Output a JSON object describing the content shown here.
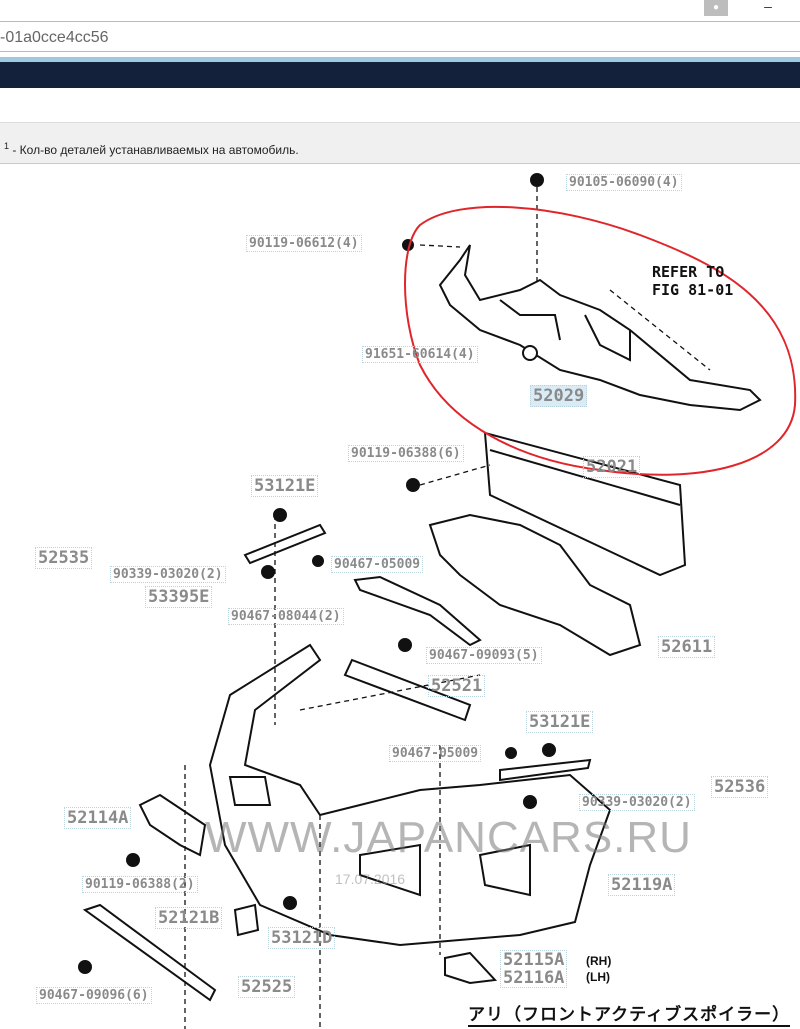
{
  "browser": {
    "url_fragment": "-01a0cce4cc56",
    "user_icon": "user-icon",
    "minimize": "–"
  },
  "note": {
    "sup": "1",
    "text": " - Кол-во деталей устанавливаемых на автомобиль."
  },
  "diagram": {
    "refer": "REFER TO\nFIG 81-01",
    "watermark": "WWW.JAPANCARS.RU",
    "date": "17.07.2016",
    "title": "アリ（フロントアクティブスポイラー）",
    "side_rh": "(RH)",
    "side_lh": "(LH)",
    "labels": [
      {
        "id": "90105-06090(4)"
      },
      {
        "id": "90119-06612(4)"
      },
      {
        "id": "91651-60614(4)"
      },
      {
        "id": "52029"
      },
      {
        "id": "90119-06388(6)"
      },
      {
        "id": "52021"
      },
      {
        "id": "53121E"
      },
      {
        "id": "52535"
      },
      {
        "id": "90339-03020(2)"
      },
      {
        "id": "90467-05009"
      },
      {
        "id": "53395E"
      },
      {
        "id": "90467-08044(2)"
      },
      {
        "id": "52611"
      },
      {
        "id": "90467-09093(5)"
      },
      {
        "id": "52521"
      },
      {
        "id": "53121E"
      },
      {
        "id": "90467-05009"
      },
      {
        "id": "52536"
      },
      {
        "id": "90339-03020(2)"
      },
      {
        "id": "52114A"
      },
      {
        "id": "52119A"
      },
      {
        "id": "90119-06388(2)"
      },
      {
        "id": "52121B"
      },
      {
        "id": "53121D"
      },
      {
        "id": "52115A"
      },
      {
        "id": "52116A"
      },
      {
        "id": "52525"
      },
      {
        "id": "90467-09096(6)"
      }
    ],
    "highlight_color": "#d9ecf6",
    "markup_color": "#e0262b"
  }
}
